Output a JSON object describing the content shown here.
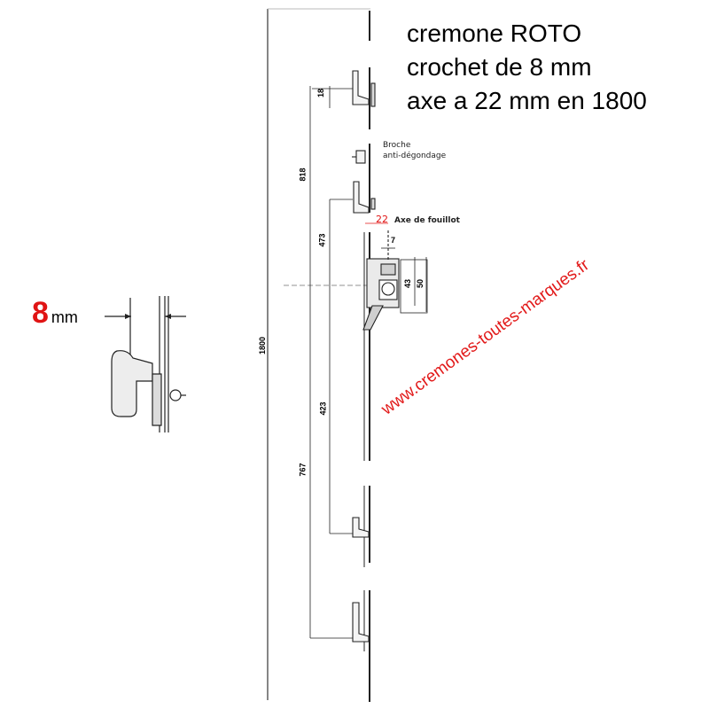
{
  "title": {
    "line1": "cremone ROTO",
    "line2": "crochet de 8 mm",
    "line3": "axe a 22 mm en 1800"
  },
  "detail": {
    "hook_value": "8",
    "hook_unit": "mm"
  },
  "labels": {
    "broche_line1": "Broche",
    "broche_line2": "anti-dégondage",
    "axe_value": "22",
    "axe_label": "Axe de fouillot"
  },
  "dimensions": {
    "d18": "18",
    "d818": "818",
    "d473": "473",
    "d1800": "1800",
    "d7": "7",
    "d43": "43",
    "d50": "50",
    "d423": "423",
    "d767": "767"
  },
  "watermark": "www.cremones-toutes-marques.fr",
  "colors": {
    "accent_red": "#e01414",
    "line": "#222222"
  }
}
